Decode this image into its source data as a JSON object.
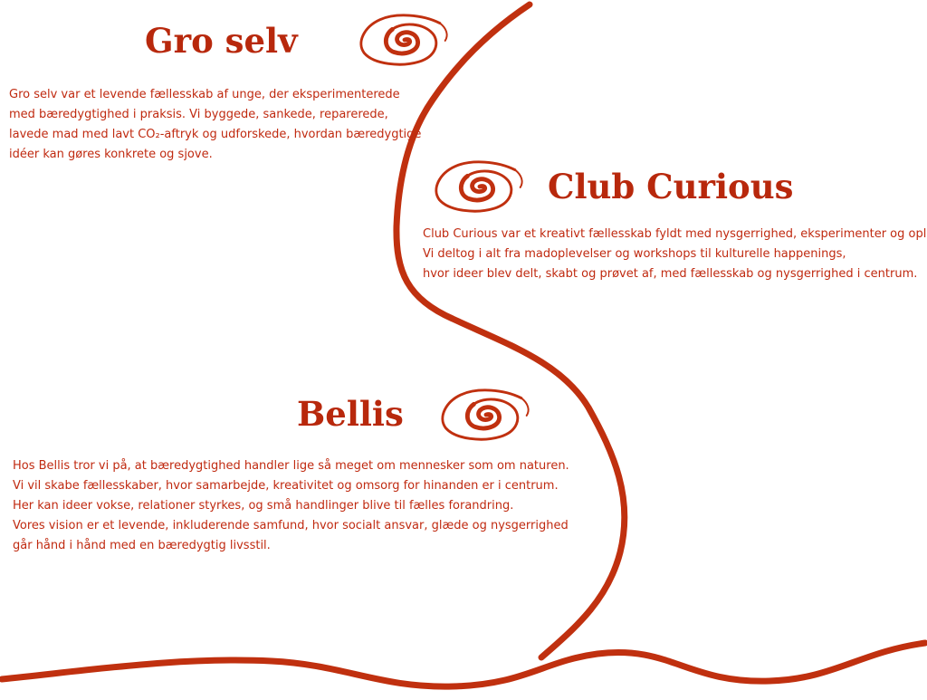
{
  "colors": {
    "accent": "#c0300f",
    "text": "#c02a10"
  },
  "sections": [
    {
      "id": "gro-selv",
      "title": "Gro selv",
      "lines": [
        "Gro selv var et levende fællesskab af unge, der eksperimenterede",
        "med bæredygtighed i praksis. Vi byggede, sankede, reparerede,",
        "lavede mad med lavt CO₂-aftryk og udforskede, hvordan bæredygtige",
        "idéer kan gøres konkrete og sjove."
      ],
      "icon": "spiral-icon"
    },
    {
      "id": "club-curious",
      "title": "Club Curious",
      "lines": [
        "Club Curious var et kreativt fællesskab fyldt med nysgerrighed, eksperimenter og oplevelser.",
        "Vi deltog i alt fra madoplevelser og workshops til kulturelle happenings,",
        "hvor ideer blev delt, skabt og prøvet af, med fællesskab og nysgerrighed i centrum."
      ],
      "icon": "spiral-icon"
    },
    {
      "id": "bellis",
      "title": "Bellis",
      "lines": [
        "Hos Bellis tror vi på, at bæredygtighed handler lige så meget om mennesker som om naturen.",
        "Vi vil skabe fællesskaber, hvor samarbejde, kreativitet og omsorg for hinanden er i centrum.",
        "Her kan ideer vokse, relationer styrkes, og små handlinger blive til fælles forandring.",
        "Vores vision er et levende, inkluderende samfund, hvor socialt ansvar, glæde og nysgerrighed",
        "går hånd i hånd med en bæredygtig livsstil."
      ],
      "icon": "spiral-icon"
    }
  ]
}
